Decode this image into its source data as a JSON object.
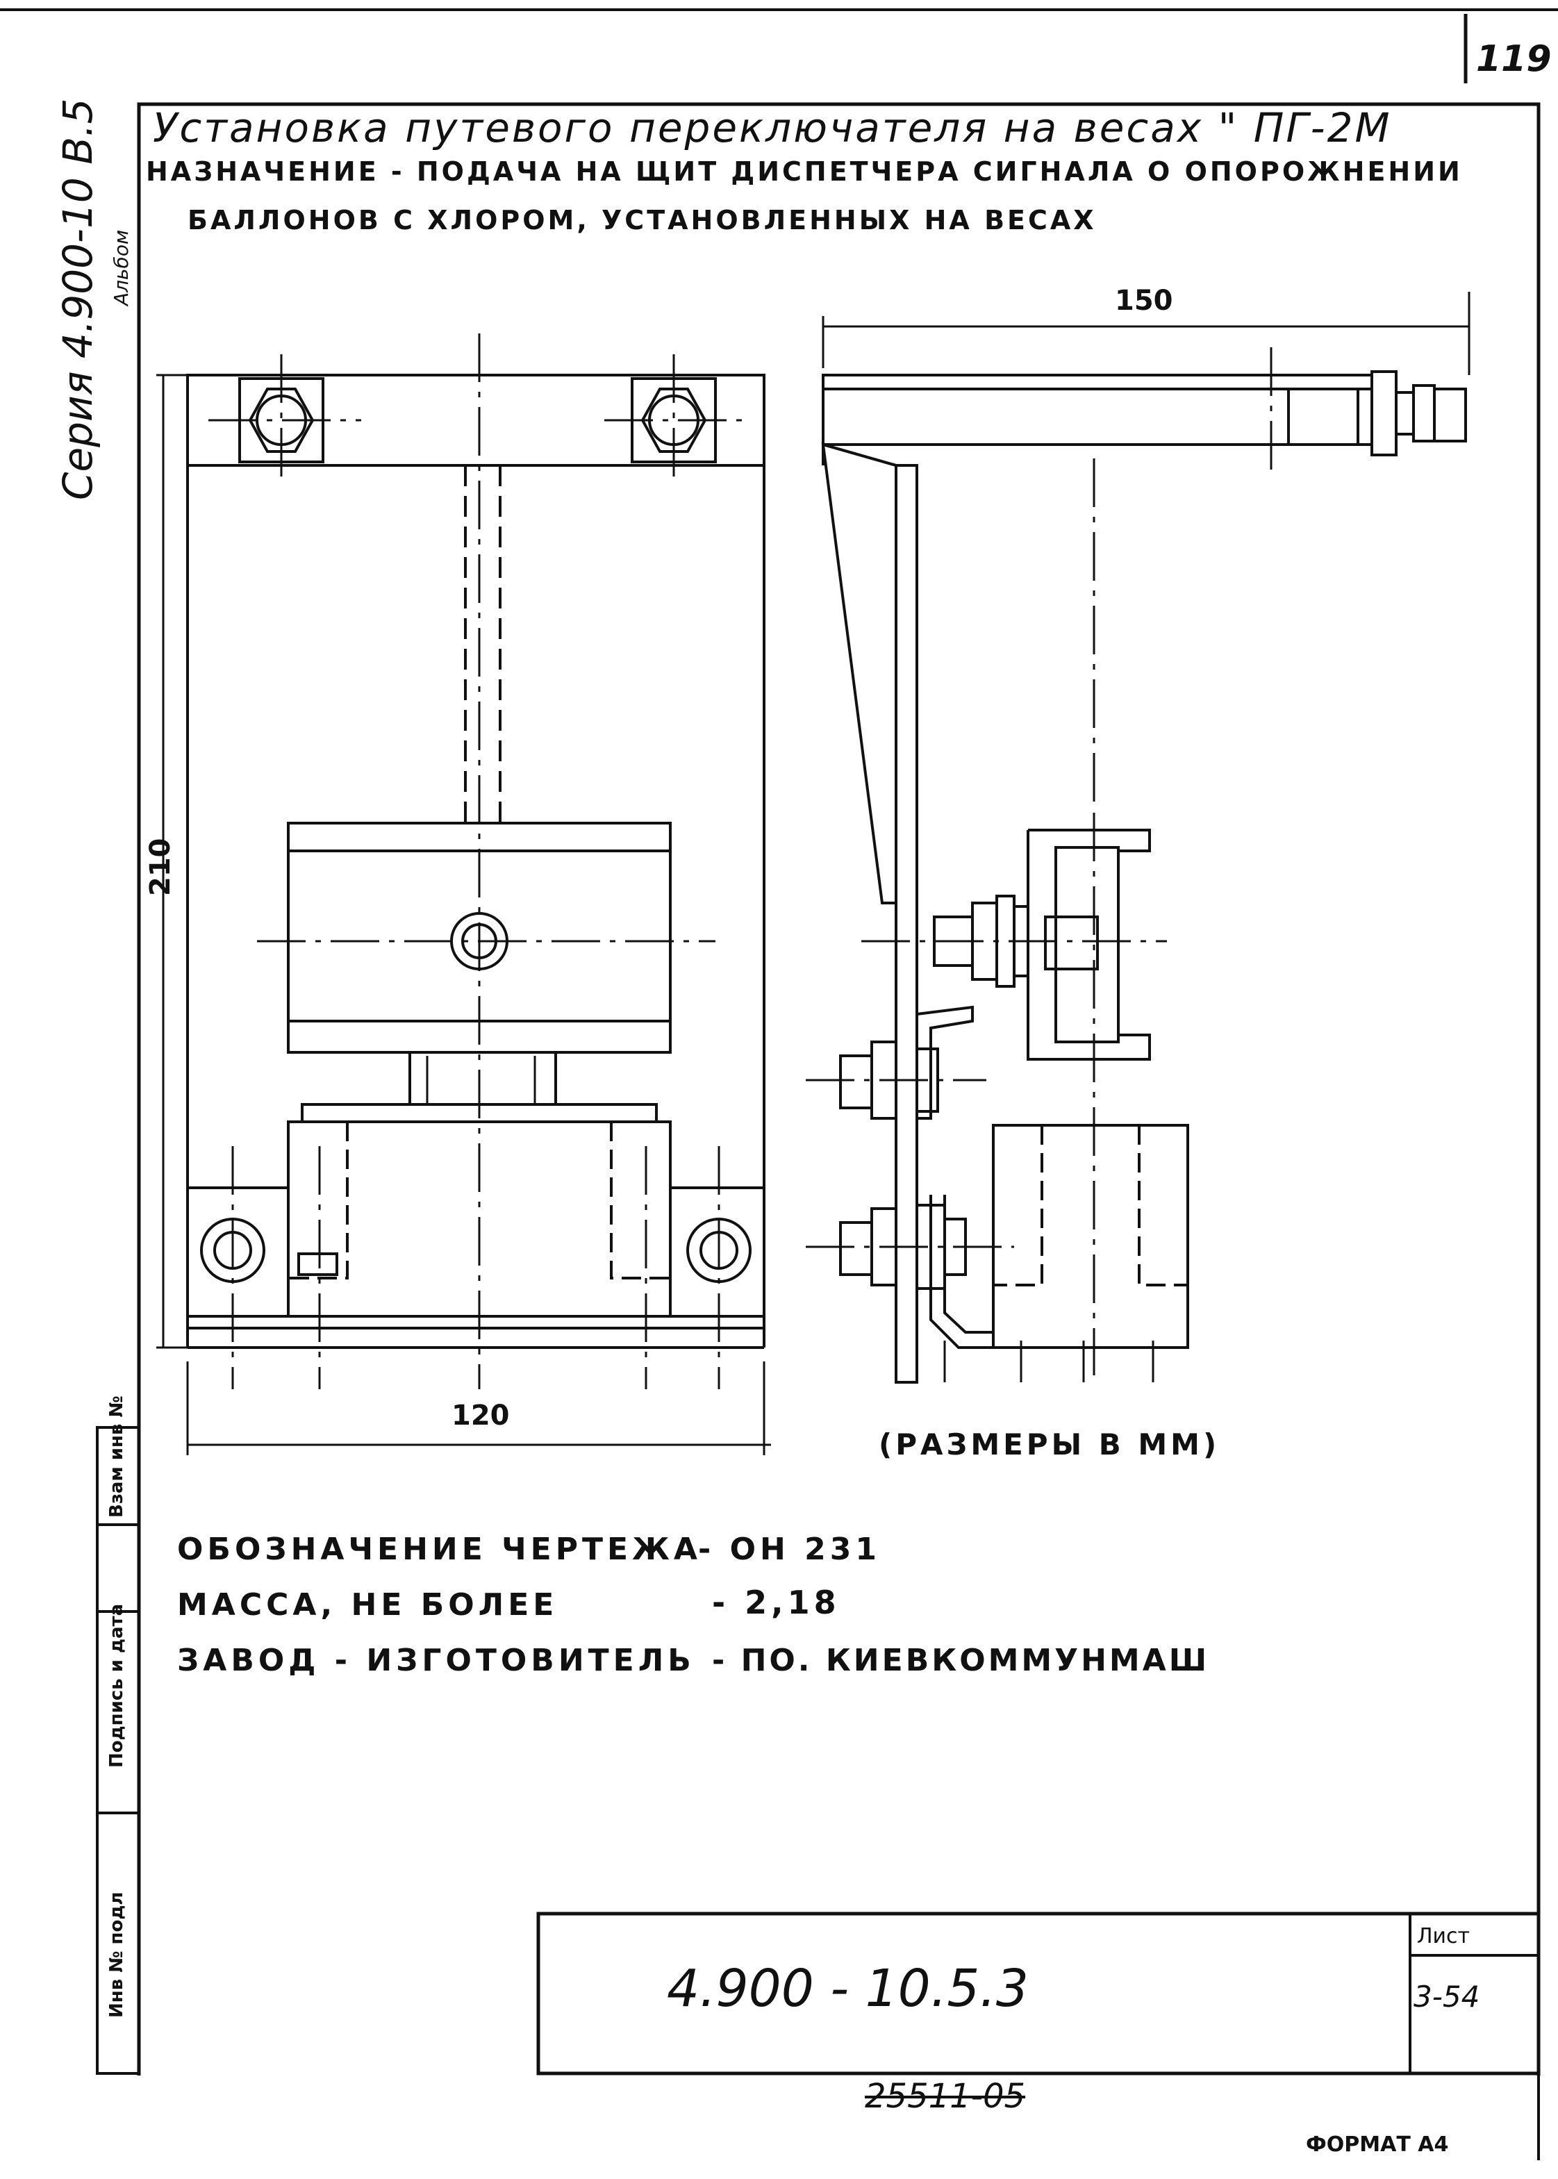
{
  "page_number": "119",
  "title": "Установка путевого переключателя на весах \" ПГ-2М",
  "purpose_line1": "НАЗНАЧЕНИЕ - ПОДАЧА НА ЩИТ ДИСПЕТЧЕРА СИГНАЛА О ОПОРОЖНЕНИИ",
  "purpose_line2": "БАЛЛОНОВ С ХЛОРОМ, УСТАНОВЛЕННЫХ НА ВЕСАХ",
  "series": "Серия 4.900-10 В.5",
  "album": "Альбом",
  "dimensions": {
    "side_width": "150",
    "front_height": "210",
    "front_width": "120"
  },
  "units_note": "(РАЗМЕРЫ В ММ)",
  "specs": {
    "designation_label": "ОБОЗНАЧЕНИЕ ЧЕРТЕЖА",
    "designation_value": "- ОН 231",
    "mass_label": "МАССА, НЕ БОЛЕЕ",
    "mass_value": "- 2,18",
    "maker_label": "ЗАВОД - ИЗГОТОВИТЕЛЬ",
    "maker_value": "- ПО. КИЕВКОММУНМАШ"
  },
  "side_stamp": {
    "cell1": "Взам инв №",
    "cell2": "Подпись и дата",
    "cell3": "Инв № подл"
  },
  "title_block": {
    "code": "4.900 - 10.5.3",
    "sheet_label": "Лист",
    "sheet_number": "3-54"
  },
  "bottom_number": "25511-05",
  "format": "ФОРМАТ А4"
}
